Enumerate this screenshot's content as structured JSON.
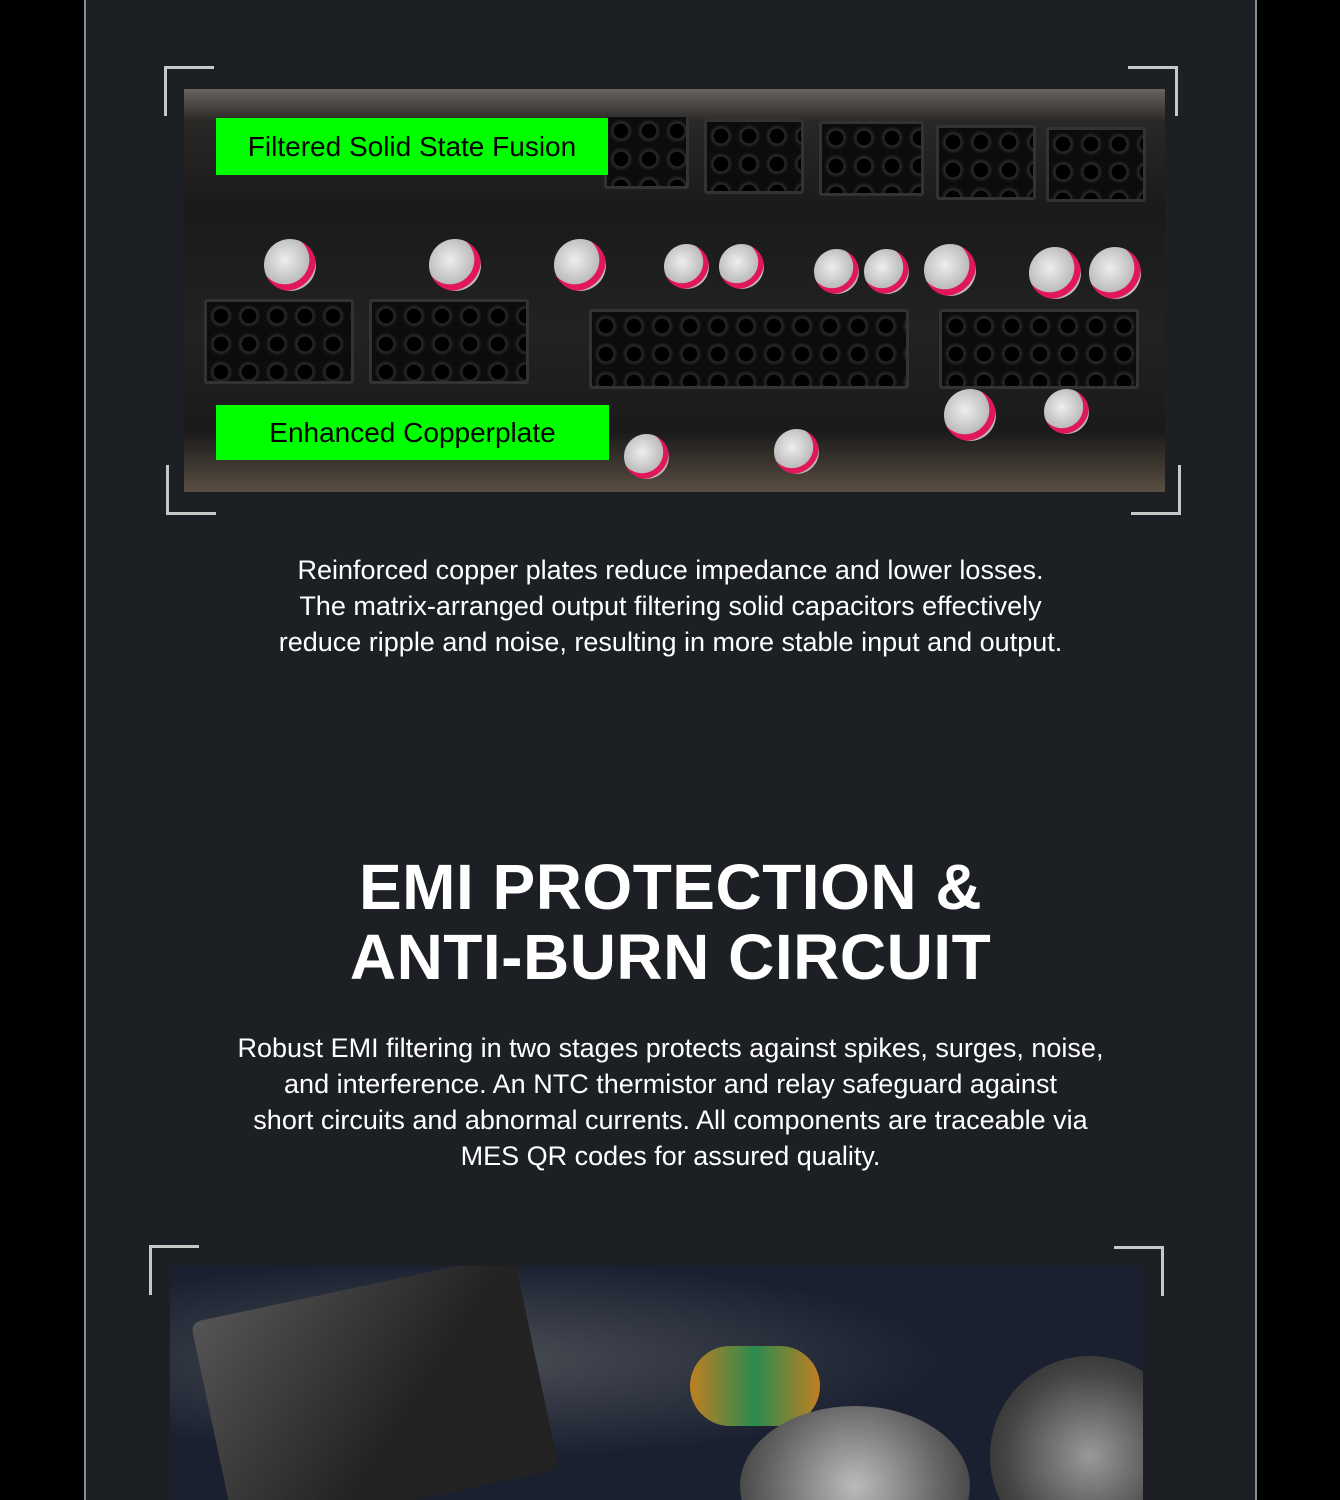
{
  "copperplate_section": {
    "labels": [
      "Filtered Solid State Fusion",
      "Enhanced Copperplate"
    ],
    "description_lines": [
      "Reinforced copper plates reduce impedance and lower losses.",
      "The matrix-arranged output filtering solid capacitors effectively",
      "reduce ripple and noise, resulting in more stable input and output."
    ]
  },
  "emi_section": {
    "title_lines": [
      "EMI PROTECTION &",
      "ANTI-BURN CIRCUIT"
    ],
    "description_lines": [
      "Robust EMI filtering in two stages protects against spikes, surges, noise,",
      "and interference. An NTC thermistor and relay safeguard against",
      "short circuits and abnormal currents. All components are traceable via",
      "MES QR codes for assured quality."
    ]
  },
  "colors": {
    "label_bg": "#00ff00",
    "panel_bg": "#1c1f23"
  }
}
